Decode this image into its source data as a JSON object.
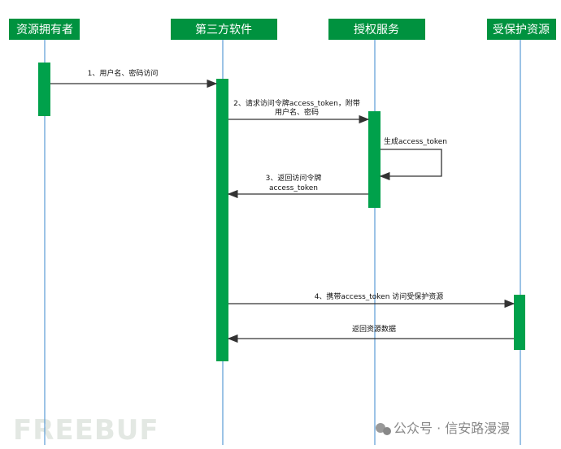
{
  "participants": [
    "资源拥有者",
    "第三方软件",
    "授权服务",
    "受保护资源"
  ],
  "messages": {
    "m1": "1、用户名、密码访问",
    "m2_line1": "2、请求访问令牌access_token，附带",
    "m2_line2": "用户名、密码",
    "self": "生成access_token",
    "m3_line1": "3、返回访问令牌",
    "m3_line2": "access_token",
    "m4": "4、携带access_token 访问受保护资源",
    "m5": "返回资源数据"
  },
  "watermark": {
    "left": "FREEBUF",
    "right": "公众号 · 信安路漫漫"
  },
  "colors": {
    "header": "#00923f",
    "activation": "#00a14b",
    "lifeline": "#5b9bd5"
  }
}
